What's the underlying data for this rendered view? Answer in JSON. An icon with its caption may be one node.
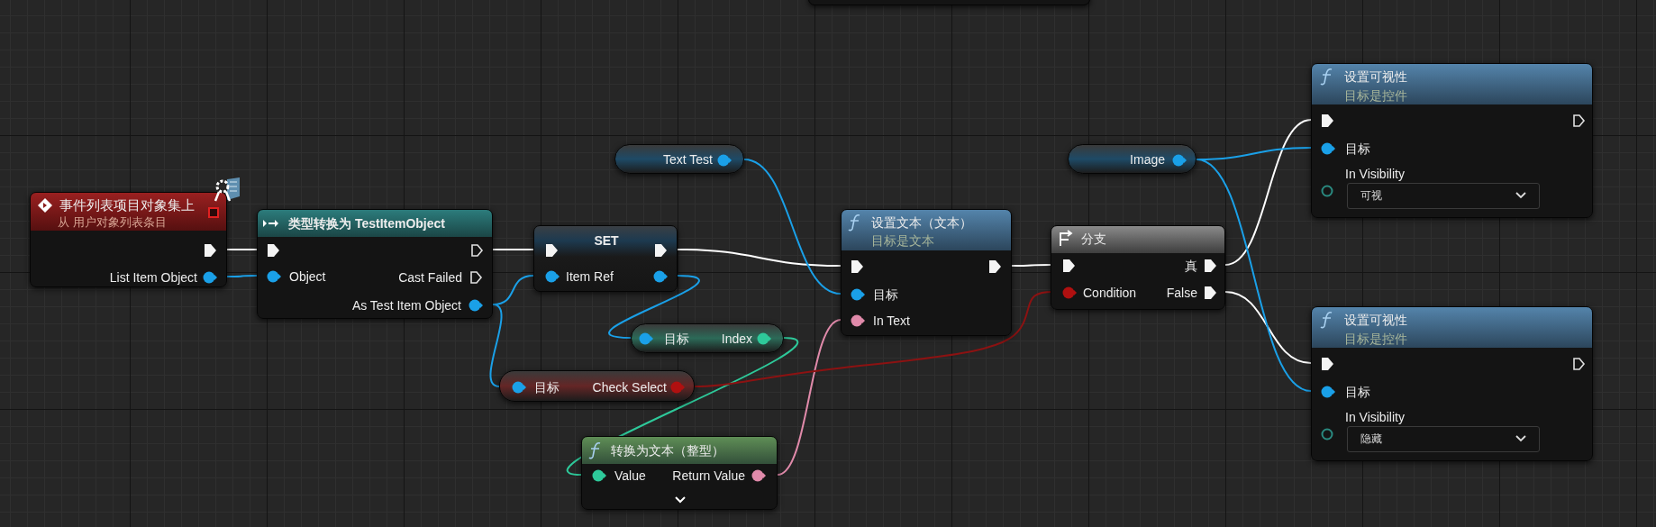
{
  "diagram": {
    "nodes": [
      {
        "text": [],
        "shape": "box"
      },
      {
        "text": [
          "事件列表项目对象集上",
          "从 用户对象列表条目",
          "List Item Object"
        ]
      },
      {
        "text": [
          "类型转换为 TestItemObject",
          "Object",
          "Cast Failed",
          "As Test Item Object"
        ]
      },
      {
        "text": [
          "SET",
          "Item Ref"
        ]
      },
      {
        "text": [
          "Text Test"
        ]
      },
      {
        "text": [
          "设置文本（文本）",
          "目标是文本",
          "目标",
          "In Text"
        ]
      },
      {
        "text": [
          "目标",
          "Index"
        ]
      },
      {
        "text": [
          "目标",
          "Check Select"
        ]
      },
      {
        "text": [
          "转换为文本（整型）",
          "Value",
          "Return Value"
        ]
      },
      {
        "text": [
          "Image"
        ]
      },
      {
        "text": [
          "分支",
          "真",
          "Condition",
          "False"
        ]
      },
      {
        "text": [
          "设置可视性",
          "目标是控件",
          "目标",
          "In Visibility",
          "可视"
        ]
      },
      {
        "text": [
          "设置可视性",
          "目标是控件",
          "目标",
          "In Visibility",
          "隐藏"
        ]
      }
    ],
    "edges": [
      {
        "from": 1,
        "to": 2,
        "arrow": "none",
        "color": "#ffffff"
      },
      {
        "from": 1,
        "to": 2,
        "arrow": "none"
      },
      {
        "from": 2,
        "to": 3,
        "arrow": "none",
        "color": "#ffffff"
      },
      {
        "from": 2,
        "to": 3,
        "arrow": "none"
      },
      {
        "from": 2,
        "to": 7,
        "arrow": "none"
      },
      {
        "from": 3,
        "to": 6,
        "arrow": "none"
      },
      {
        "from": 3,
        "to": 5,
        "arrow": "none",
        "color": "#ffffff"
      },
      {
        "from": 4,
        "to": 5,
        "arrow": "none"
      },
      {
        "from": 6,
        "to": 8,
        "arrow": "none",
        "color": "#2ec99a"
      },
      {
        "from": 8,
        "to": 5,
        "arrow": "none",
        "color": "#e08aaa"
      },
      {
        "from": 7,
        "to": 10,
        "arrow": "none",
        "color": "#8c1212"
      },
      {
        "from": 5,
        "to": 10,
        "arrow": "none",
        "color": "#ffffff"
      },
      {
        "from": 10,
        "to": 11,
        "arrow": "none",
        "color": "#ffffff"
      },
      {
        "from": 10,
        "to": 12,
        "arrow": "none",
        "color": "#ffffff"
      },
      {
        "from": 9,
        "to": 11,
        "arrow": "none"
      },
      {
        "from": 9,
        "to": 12,
        "arrow": "none"
      }
    ]
  }
}
